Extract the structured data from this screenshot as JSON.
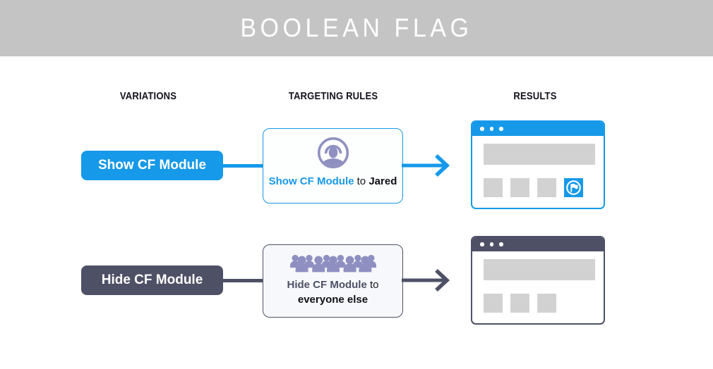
{
  "header": {
    "title": "BOOLEAN FLAG"
  },
  "columns": {
    "variations": "VARIATIONS",
    "targeting": "TARGETING RULES",
    "results": "RESULTS"
  },
  "rows": [
    {
      "variation_label": "Show CF Module",
      "rule": {
        "icon": "user-avatar-icon",
        "flag": "Show CF Module",
        "connector": "to",
        "audience": "Jared"
      },
      "result": {
        "window": "browser-mockup",
        "placeholder_tiles": 3,
        "shows_cf_module": true,
        "module_icon": "flag-icon"
      }
    },
    {
      "variation_label": "Hide CF Module",
      "rule": {
        "icon": "crowd-icon",
        "flag": "Hide CF Module",
        "connector": "to",
        "audience": "everyone else"
      },
      "result": {
        "window": "browser-mockup",
        "placeholder_tiles": 3,
        "shows_cf_module": false
      }
    }
  ],
  "colors": {
    "accent_blue": "#1699e9",
    "accent_dark": "#4e5166",
    "icon_purple": "#8f90c1",
    "header_gray": "#c4c4c4",
    "placeholder_gray": "#d2d2d2"
  }
}
